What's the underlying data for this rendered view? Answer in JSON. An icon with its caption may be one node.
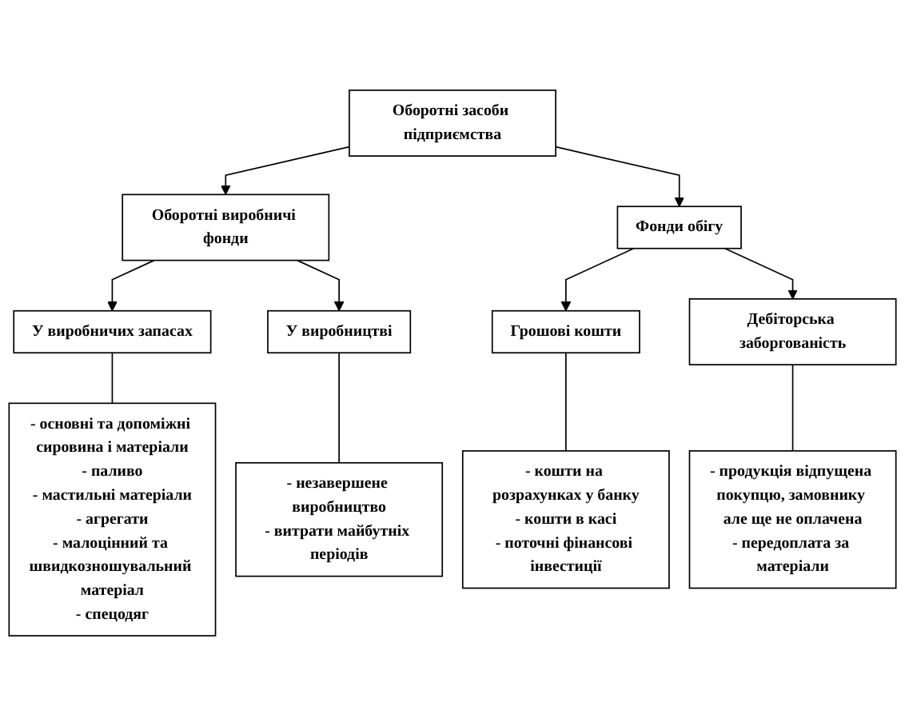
{
  "diagram": {
    "nodes": [
      {
        "text": [
          "Оборотні засоби підприємства"
        ]
      },
      {
        "text": [
          "Оборотні виробничі фонди"
        ]
      },
      {
        "text": [
          "Фонди обігу"
        ]
      },
      {
        "text": [
          "У виробничих запасах"
        ]
      },
      {
        "text": [
          "У виробництві"
        ]
      },
      {
        "text": [
          "Грошові кошти"
        ]
      },
      {
        "text": [
          "Дебіторська заборгованість"
        ]
      },
      {
        "text": [
          "- основні та допоміжні сировина і матеріали",
          "- паливо",
          "- мастильні матеріали",
          "- агрегати",
          "- малоцінний та швидкозношувальний матеріал",
          "- спецодяг"
        ]
      },
      {
        "text": [
          "- незавершене виробництво",
          "- витрати майбутніх періодів"
        ]
      },
      {
        "text": [
          "- кошти на розрахунках у банку",
          "- кошти в касі",
          "- поточні фінансові інвестиції"
        ]
      },
      {
        "text": [
          "- продукція відпущена покупцю, замовнику але ще не оплачена",
          "- передоплата за матеріали"
        ]
      }
    ],
    "edges": [
      {
        "from": 0,
        "to": 1,
        "arrow": "to"
      },
      {
        "from": 0,
        "to": 2,
        "arrow": "to"
      },
      {
        "from": 1,
        "to": 3,
        "arrow": "to"
      },
      {
        "from": 1,
        "to": 4,
        "arrow": "to"
      },
      {
        "from": 2,
        "to": 5,
        "arrow": "to"
      },
      {
        "from": 2,
        "to": 6,
        "arrow": "to"
      },
      {
        "from": 3,
        "to": 7,
        "arrow": "none"
      },
      {
        "from": 4,
        "to": 8,
        "arrow": "none"
      },
      {
        "from": 5,
        "to": 9,
        "arrow": "none"
      },
      {
        "from": 6,
        "to": 10,
        "arrow": "none"
      }
    ]
  }
}
